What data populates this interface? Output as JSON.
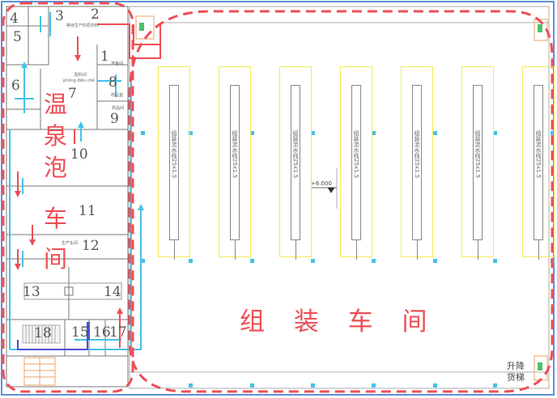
{
  "zones": {
    "hot_spring": {
      "label_chars": [
        "温",
        "泉",
        "泡",
        "车",
        "间"
      ]
    },
    "assembly": {
      "label": "组 装 车 间"
    }
  },
  "rooms": [
    {
      "id": "room-1",
      "label": "1"
    },
    {
      "id": "room-2",
      "label": "2"
    },
    {
      "id": "room-3",
      "label": "3"
    },
    {
      "id": "room-4",
      "label": "4"
    },
    {
      "id": "room-5",
      "label": "5"
    },
    {
      "id": "room-6",
      "label": "6"
    },
    {
      "id": "room-7",
      "label": "7"
    },
    {
      "id": "room-8",
      "label": "8"
    },
    {
      "id": "room-9",
      "label": "9"
    },
    {
      "id": "room-10",
      "label": "10"
    },
    {
      "id": "room-11",
      "label": "11"
    },
    {
      "id": "room-12",
      "label": "12"
    },
    {
      "id": "room-13",
      "label": "13"
    },
    {
      "id": "room-14",
      "label": "14"
    },
    {
      "id": "room-15",
      "label": "15"
    },
    {
      "id": "room-16",
      "label": "16"
    },
    {
      "id": "room-17",
      "label": "17"
    },
    {
      "id": "room-18",
      "label": "18"
    }
  ],
  "small_labels": {
    "room2_caption": "等待生产的原材料",
    "room7_caption": "配料间",
    "room7_pinyin": "phòng  điều chế",
    "room9_caption": "样品间",
    "room8_caption": "样品室",
    "room1_caption": "准备间",
    "room12_caption": "生产车间"
  },
  "assembly_lines": {
    "line_text": "组装流水线25x1.5",
    "count": 7
  },
  "elevation": "+6.000",
  "lift": "升降货梯",
  "colors": {
    "zone_border": "#ee4e55",
    "route_cyan": "#45c2e8",
    "route_red": "#ee4e55",
    "route_blue": "#4f4fd8",
    "line_yellow": "#f2ea58",
    "frame": "#5b8fd6"
  }
}
